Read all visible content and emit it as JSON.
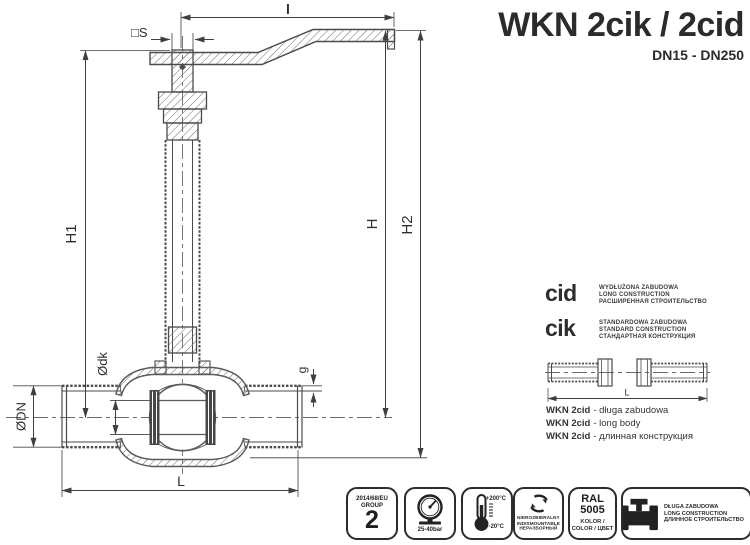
{
  "title": {
    "main": "WKN 2cik / 2cid",
    "subtitle": "DN15 - DN250"
  },
  "drawing": {
    "description": "sectional drawing of welded long-stem ball valve",
    "dims": {
      "l": "l",
      "s": "□S",
      "h1": "H1",
      "h": "H",
      "h2": "H2",
      "dk": "Ødk",
      "dn": "ØDN",
      "g": "g",
      "body_length": "L"
    }
  },
  "right_panel": {
    "construction_types": [
      {
        "code": "cid",
        "lines": [
          "WYDŁUŻONA ZABUDOWA",
          "LONG CONSTRUCTION",
          "РАСШИРЕННАЯ СТРОИТЕЛЬСТВО"
        ]
      },
      {
        "code": "cik",
        "lines": [
          "STANDARDOWA ZABUDOWA",
          "STANDARD CONSTRUCTION",
          "СТАНДАРТНАЯ КОНСТРУКЦИЯ"
        ]
      }
    ],
    "long_body_dim_label": "L",
    "variants": [
      {
        "model": "WKN 2cid",
        "desc": "- długa zabudowa"
      },
      {
        "model": "WKN 2cid",
        "desc": "- long body"
      },
      {
        "model": "WKN 2cid",
        "desc": "- длинная конструкция"
      }
    ]
  },
  "badges": {
    "approval": {
      "line1": "2014/68/EU",
      "line2": "GROUP",
      "line3": "2"
    },
    "pressure": {
      "icon": "pressure-gauge-icon",
      "label": "25-40bar"
    },
    "temperature": {
      "icon": "thermometer-icon",
      "max": "+200°C",
      "min": "-20°C"
    },
    "indismountable": {
      "icon": "recycle-arrows-icon",
      "lines": [
        "NIEROZBIERALNY",
        "INDISMOUNTABLE",
        "НЕРАЗБОРНЫЙ"
      ]
    },
    "color": {
      "line1": "RAL",
      "line2": "5005",
      "line3": "KOLOR /",
      "line4": "COLOR / ЦВЕТ"
    },
    "construction": {
      "icon": "flanged-valve-icon",
      "lines": [
        "DŁUGA ZABUDOWA",
        "LONG CONSTRUCTION",
        "ДЛИННОЕ СТРОИТЕЛЬСТВО"
      ]
    }
  },
  "colors": {
    "background": "#ffffff",
    "line": "#5a5a5a",
    "dimension": "#3f3f3f",
    "text": "#2b2b2b"
  }
}
